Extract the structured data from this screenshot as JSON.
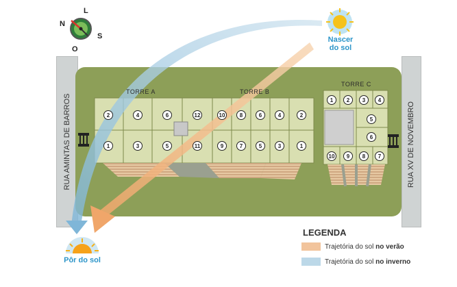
{
  "compass": {
    "n": "N",
    "l": "L",
    "s": "S",
    "o": "O"
  },
  "sunrise": {
    "line1": "Nascer",
    "line2": "do sol",
    "color": "#2c95c9"
  },
  "sunset": {
    "label": "Pôr do sol",
    "color": "#2c95c9"
  },
  "streets": {
    "left": "RUA AMINTAS DE BARROS",
    "right": "RUA XV DE NOVEMBRO"
  },
  "towers": {
    "a": "TORRE A",
    "b": "TORRE B",
    "c": "TORRE C"
  },
  "units_ab_top": [
    "2",
    "4",
    "6",
    "12",
    "10",
    "8",
    "6",
    "4",
    "2"
  ],
  "units_ab_bottom": [
    "1",
    "3",
    "5",
    "11",
    "9",
    "7",
    "5",
    "3",
    "1"
  ],
  "units_c_top": [
    "1",
    "2",
    "3",
    "4"
  ],
  "units_c_side": [
    "5",
    "6"
  ],
  "units_c_bottom": [
    "10",
    "9",
    "8",
    "7"
  ],
  "legend": {
    "title": "LEGENDA",
    "summer_text": "Trajetória do sol ",
    "summer_bold": "no verão",
    "winter_text": "Trajetória do sol ",
    "winter_bold": "no inverno",
    "summer_color": "#f2c49c",
    "winter_color": "#bcd8e8"
  },
  "colors": {
    "lot": "#8d9f58",
    "building": "#d9dfb1",
    "street": "#cfd3d3"
  }
}
